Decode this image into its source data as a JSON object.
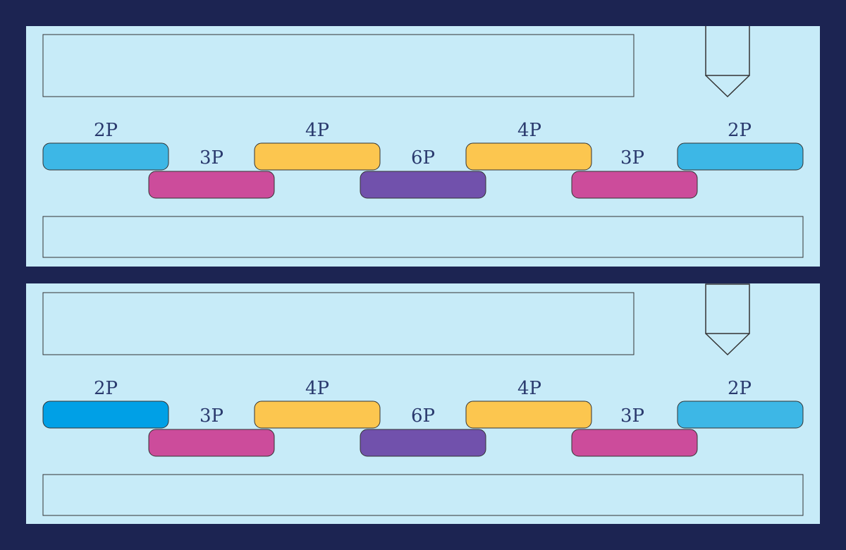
{
  "colors": {
    "frame": "#1c2452",
    "panel": "#c7ebf8",
    "outline": "#333333",
    "pill_2p": "#3db7e6",
    "pill_2p_strong": "#00a0e6",
    "pill_3p": "#cc4c9b",
    "pill_4p": "#fcc64f",
    "pill_6p": "#7151ac",
    "label": "#2a3a6e"
  },
  "panels": [
    {
      "pills": [
        {
          "label": "2P",
          "color_key": "pill_2p"
        },
        {
          "label": "3P",
          "color_key": "pill_3p"
        },
        {
          "label": "4P",
          "color_key": "pill_4p"
        },
        {
          "label": "6P",
          "color_key": "pill_6p"
        },
        {
          "label": "4P",
          "color_key": "pill_4p"
        },
        {
          "label": "3P",
          "color_key": "pill_3p"
        },
        {
          "label": "2P",
          "color_key": "pill_2p"
        }
      ]
    },
    {
      "pills": [
        {
          "label": "2P",
          "color_key": "pill_2p_strong"
        },
        {
          "label": "3P",
          "color_key": "pill_3p"
        },
        {
          "label": "4P",
          "color_key": "pill_4p"
        },
        {
          "label": "6P",
          "color_key": "pill_6p"
        },
        {
          "label": "4P",
          "color_key": "pill_4p"
        },
        {
          "label": "3P",
          "color_key": "pill_3p"
        },
        {
          "label": "2P",
          "color_key": "pill_2p"
        }
      ]
    }
  ]
}
